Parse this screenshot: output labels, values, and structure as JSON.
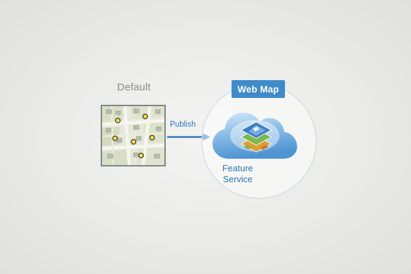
{
  "labels": {
    "default": "Default",
    "publish": "Publish",
    "web_map": "Web Map",
    "feature_service": "Feature\nService"
  },
  "icons": {
    "map_thumbnail": "street-map-with-yellow-point-markers",
    "publish_arrow": "right-arrow",
    "cloud": "cloud",
    "layer_stack": "stacked-map-layers"
  },
  "colors": {
    "accent_blue": "#2f77b6",
    "badge_blue": "#3f8bc9",
    "cloud_blue": "#4e93d2",
    "circle_stroke": "#c6d4e3",
    "label_gray": "#8a8a8a",
    "marker_yellow": "#f8dd42",
    "layer_top_blue": "#3b7ec5",
    "layer_mid_green": "#7cb84a",
    "layer_bottom_orange": "#dd9e35",
    "background": "#ececea"
  }
}
